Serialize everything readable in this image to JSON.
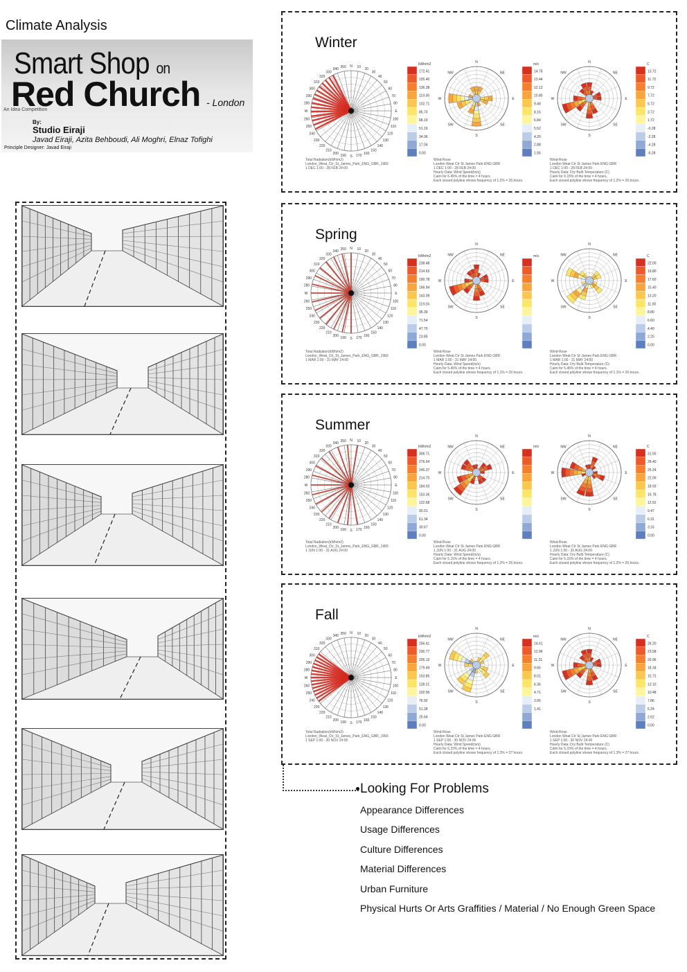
{
  "header": {
    "label": "Climate Analysis",
    "title_line1": "Smart Shop",
    "title_on": "on",
    "title_line2": "Red Church",
    "location": "- London",
    "competition": "An Idea Competition",
    "by": "By:",
    "studio": "Studio Eiraji",
    "team": "Javad Eiraji, Azita Behboudi, Ali Moghri, Elnaz Tofighi",
    "principal": "Principle Designer: Javad Eiraji"
  },
  "photos": [
    "street-sketch-1",
    "street-sketch-2",
    "street-sketch-3",
    "street-sketch-4",
    "street-sketch-5",
    "street-sketch-6"
  ],
  "seasons": [
    {
      "name": "Winter",
      "radiation_legend": [
        "kWh/m2",
        "172.41",
        "155.40",
        "136.38",
        "119.39",
        "102.71",
        "85.70",
        "68.19",
        "51.19",
        "34.06",
        "17.04",
        "0.00"
      ],
      "wind_legend": [
        "m/s",
        "14.76",
        "13.44",
        "12.12",
        "10.80",
        "9.48",
        "8.16",
        "6.84",
        "5.52",
        "4.20",
        "2.88",
        "1.56"
      ],
      "temp_legend": [
        "C",
        "13.72",
        "11.72",
        "9.72",
        "7.72",
        "5.72",
        "3.72",
        "1.72",
        "-0.28",
        "-2.28",
        "-4.28",
        "-6.28"
      ],
      "rad_caption": [
        "Total Radiation(kWh/m2)",
        "London_Weat_Ctr_St_James_Park_ENG_GBR_1983",
        "1 DEC 1:00 - 28 FEB 24:00"
      ],
      "wind_caption": [
        "Wind-Rose",
        "London Weat Ctr St James Park ENG GBR",
        "1 DEC 1:00 - 28 FEB 24:00",
        "Hourly Data: Wind Speed(m/s)",
        "Calm for 6.45% of the time = 4 hours.",
        "Each closed polyline shows frequency of 1.2% = 26 hours."
      ],
      "temp_caption": [
        "Wind-Rose",
        "London Weat Ctr St James Park ENG GBR",
        "1 DEC 1:00 - 28 FEB 24:00",
        "Hourly Data: Dry Bulb Temperature (C)",
        "Calm for 6.15% of the time = 4 hours.",
        "Each closed polyline shows frequency of 1.2% = 26 hours."
      ],
      "rad_color": "#d42a1f",
      "spoke_from": 0.85,
      "spoke_to": 1.35
    },
    {
      "name": "Spring",
      "radiation_legend": [
        "kWh/m2",
        "238.48",
        "214.63",
        "190.78",
        "166.94",
        "143.09",
        "119.24",
        "95.39",
        "71.54",
        "47.70",
        "23.85",
        "0.00"
      ],
      "wind_legend": [
        "m/s",
        "",
        "",
        "",
        "",
        "",
        "",
        "",
        "",
        "",
        "",
        ""
      ],
      "temp_legend": [
        "C",
        "22.00",
        "19.80",
        "17.60",
        "15.40",
        "13.20",
        "11.00",
        "8.80",
        "6.60",
        "4.40",
        "2.20",
        "0.00"
      ],
      "rad_caption": [
        "Total Radiation(kWh/m2)",
        "London_Weat_Ctr_St_James_Park_ENG_GBR_1983",
        "1 MAR 1:00 - 31 MAY 24:00"
      ],
      "wind_caption": [
        "Wind-Rose",
        "London Weat Ctr St James Park ENG GBR",
        "1 MAR 1:00 - 31 MAY 24:00",
        "Hourly Data: Wind Speed(m/s)",
        "Calm for 5.45% of the time = 4 hours.",
        "Each closed polyline shows frequency of 1.1% = 26 hours."
      ],
      "temp_caption": [
        "Wind-Rose",
        "London Weat Ctr St James Park ENG GBR",
        "1 MAR 1:00 - 31 MAY 24:00",
        "Hourly Data: Dry Bulb Temperature (C)",
        "Calm for 5.45% of the time = 4 hours.",
        "Each closed polyline shows frequency of 1.1% = 26 hours."
      ],
      "rad_color": "#c0392b",
      "spoke_from": 0.5,
      "spoke_to": 1.5
    },
    {
      "name": "Summer",
      "radiation_legend": [
        "kWh/m2",
        "306.71",
        "276.04",
        "245.37",
        "214.70",
        "184.03",
        "153.36",
        "122.68",
        "92.01",
        "61.34",
        "30.67",
        "0.00"
      ],
      "wind_legend": [
        "m/s",
        "",
        "",
        "",
        "",
        "",
        "",
        "",
        "",
        "",
        "",
        ""
      ],
      "temp_legend": [
        "C",
        "31.55",
        "28.40",
        "25.24",
        "22.09",
        "18.93",
        "15.78",
        "12.62",
        "9.47",
        "6.31",
        "3.16",
        "0.00"
      ],
      "rad_caption": [
        "Total Radiation(kWh/m2)",
        "London_Weat_Ctr_St_James_Park_ENG_GBR_1983",
        "1 JUN 1:00 - 31 AUG 24:00"
      ],
      "wind_caption": [
        "Wind-Rose",
        "London Weat Ctr St James Park ENG GBR",
        "1 JUN 1:00 - 31 AUG 24:00",
        "Hourly Data: Wind Speed(m/s)",
        "Calm for 5.15% of the time = 4 hours.",
        "Each closed polyline shows frequency of 1.2% = 26 hours."
      ],
      "temp_caption": [
        "Wind-Rose",
        "London Weat Ctr St James Park ENG GBR",
        "1 JUN 1:00 - 31 AUG 24:00",
        "Hourly Data: Dry Bulb Temperature (C)",
        "Calm for 5.15% of the time = 4 hours.",
        "Each closed polyline shows frequency of 1.2% = 26 hours."
      ],
      "rad_color": "#c0392b",
      "spoke_from": 0.45,
      "spoke_to": 1.55
    },
    {
      "name": "Fall",
      "radiation_legend": [
        "kWh/m2",
        "256.41",
        "230.77",
        "205.13",
        "179.49",
        "153.85",
        "128.21",
        "102.56",
        "76.92",
        "51.28",
        "25.64",
        "0.00"
      ],
      "wind_legend": [
        "m/s",
        "14.61",
        "12.96",
        "11.31",
        "9.66",
        "8.01",
        "6.36",
        "4.71",
        "3.06",
        "1.41",
        "",
        ""
      ],
      "temp_legend": [
        "C",
        "26.20",
        "23.58",
        "20.96",
        "18.34",
        "15.72",
        "13.10",
        "10.48",
        "7.86",
        "5.24",
        "2.62",
        "0.00"
      ],
      "rad_caption": [
        "Total Radiation(kWh/m2)",
        "London_Weat_Ctr_St_James_Park_ENG_GBR_1983",
        "1 SEP 1:00 - 30 NOV 24:00"
      ],
      "wind_caption": [
        "Wind-Rose",
        "London Weat Ctr St James Park ENG GBR",
        "1 SEP 1:00 - 30 NOV 24:00",
        "Hourly Data: Wind Speed(m/s)",
        "Calm for 6.15% of the time = 4 hours.",
        "Each closed polyline shows frequency of 1.3% = 27 hours."
      ],
      "temp_caption": [
        "Wind-Rose",
        "London Weat Ctr St James Park ENG GBR",
        "1 SEP 1:00 - 30 NOV 24:00",
        "Hourly Data: Dry Bulb Temperature (C)",
        "Calm for 6.15% of the time = 4 hours.",
        "Each closed polyline shows frequency of 1.3% = 27 hours."
      ],
      "rad_color": "#d42a1f",
      "spoke_from": 0.8,
      "spoke_to": 1.2
    }
  ],
  "compass": [
    "N",
    "10",
    "20",
    "30",
    "40",
    "50",
    "60",
    "70",
    "80",
    "E",
    "100",
    "110",
    "120",
    "130",
    "140",
    "150",
    "160",
    "170",
    "S",
    "190",
    "200",
    "210",
    "220",
    "230",
    "240",
    "250",
    "260",
    "W",
    "280",
    "290",
    "300",
    "310",
    "320",
    "330",
    "340",
    "350"
  ],
  "problems": {
    "title": "Looking For Problems",
    "items": [
      "Appearance Differences",
      "Usage Differences",
      "Culture Differences",
      "Material Differences",
      "Urban Furniture",
      "Physical Hurts Or Arts Graffities / Material / No Enough Green Space"
    ]
  }
}
